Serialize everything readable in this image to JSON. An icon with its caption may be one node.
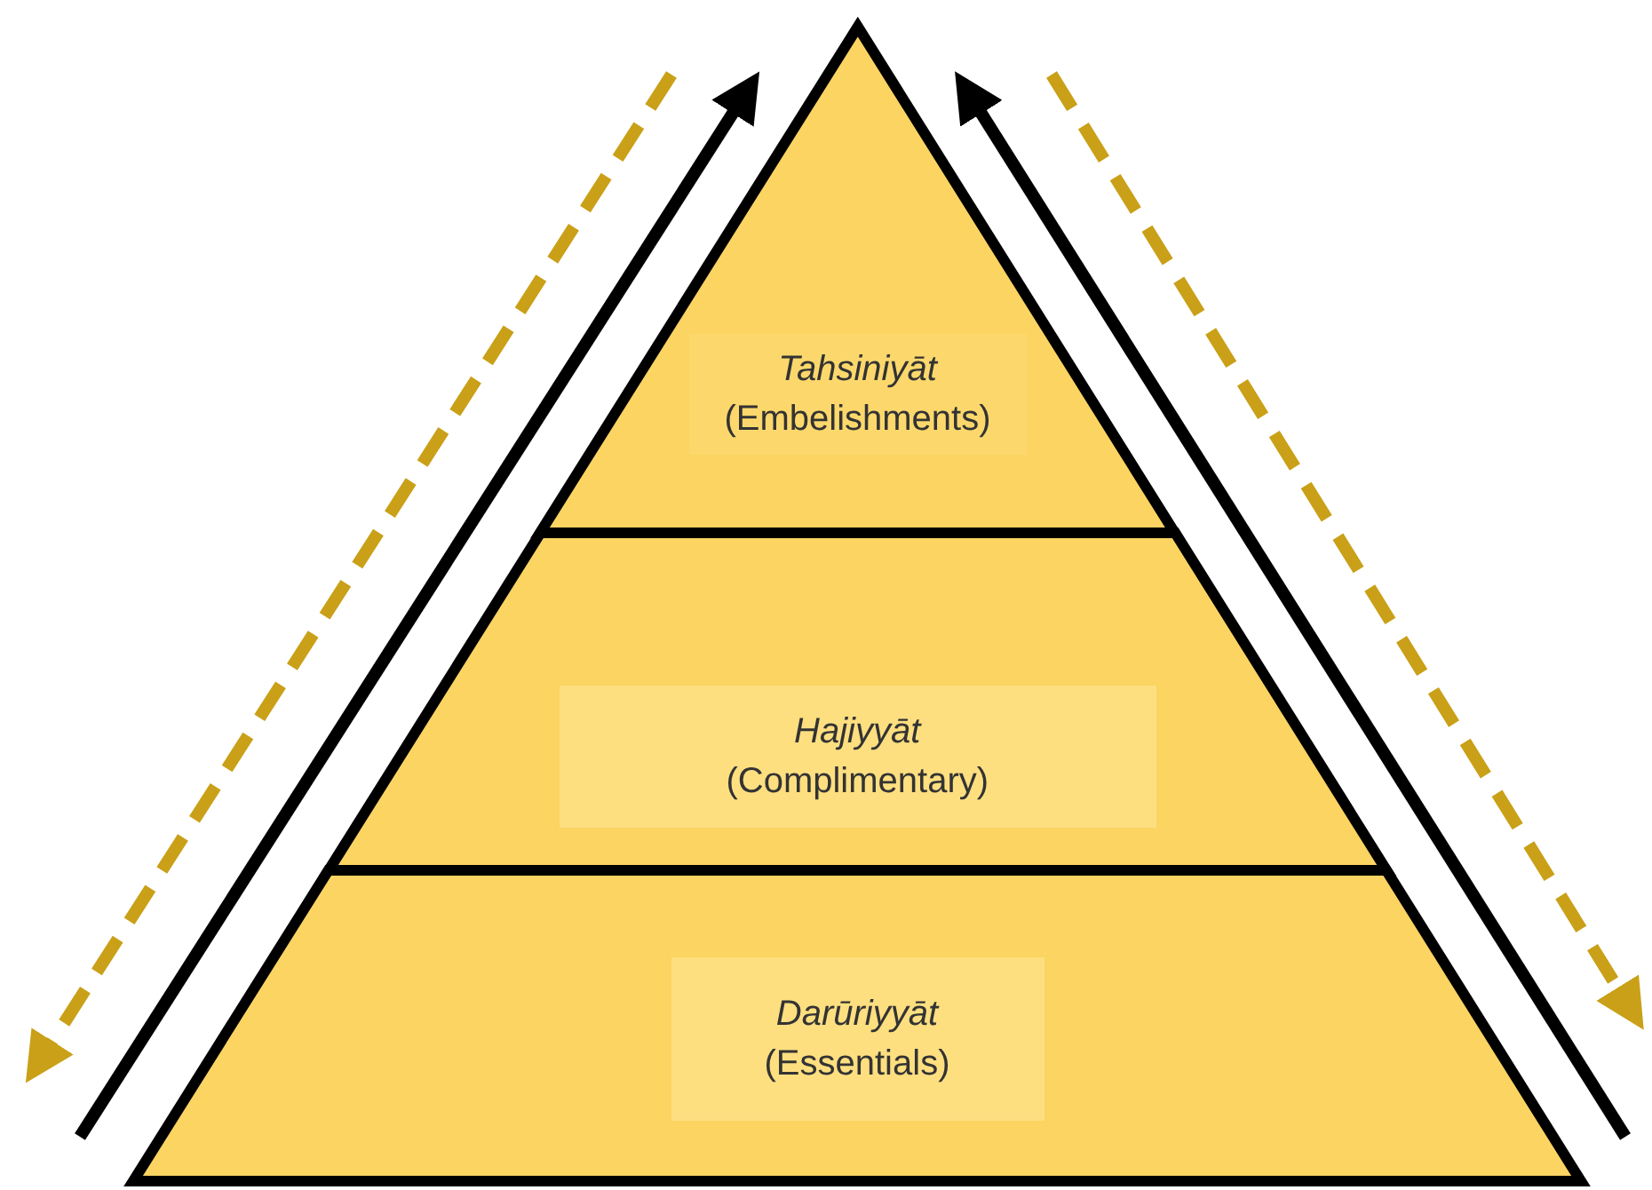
{
  "diagram": {
    "nodes": [
      {
        "text": [
          "Tahsiniyāt",
          "(Embelishments)"
        ]
      },
      {
        "text": [
          "Hajiyyāt",
          "(Complimentary)"
        ]
      },
      {
        "text": [
          "Darūriyyāt",
          "(Essentials)"
        ]
      }
    ]
  }
}
